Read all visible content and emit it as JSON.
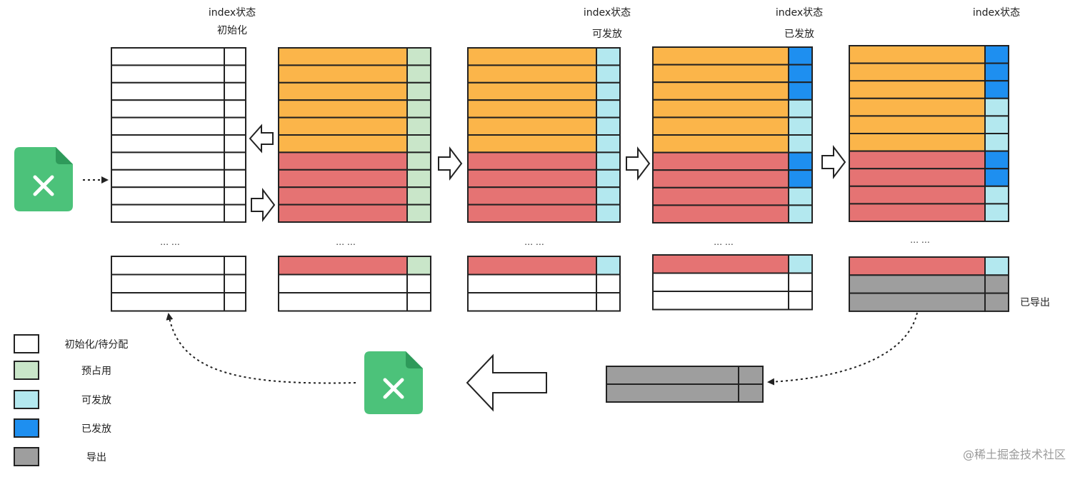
{
  "colors": {
    "empty": "#ffffff",
    "orange": "#fbb54a",
    "red": "#e57373",
    "pre_occupied": "#c9e6c9",
    "sendable": "#b3e8ef",
    "sent": "#1e8ff0",
    "exported": "#9e9e9e",
    "excel": "#4cc27a",
    "stroke": "#222222"
  },
  "stages": [
    {
      "header": [
        "index状态",
        "初始化"
      ],
      "ellipsis": "… …",
      "top_rows": [
        [
          "empty",
          "empty"
        ],
        [
          "empty",
          "empty"
        ],
        [
          "empty",
          "empty"
        ],
        [
          "empty",
          "empty"
        ],
        [
          "empty",
          "empty"
        ],
        [
          "empty",
          "empty"
        ],
        [
          "empty",
          "empty"
        ],
        [
          "empty",
          "empty"
        ],
        [
          "empty",
          "empty"
        ],
        [
          "empty",
          "empty"
        ]
      ],
      "bottom_rows": [
        [
          "empty",
          "empty"
        ],
        [
          "empty",
          "empty"
        ],
        [
          "empty",
          "empty"
        ]
      ]
    },
    {
      "header": [],
      "ellipsis": "… …",
      "top_rows": [
        [
          "orange",
          "pre_occupied"
        ],
        [
          "orange",
          "pre_occupied"
        ],
        [
          "orange",
          "pre_occupied"
        ],
        [
          "orange",
          "pre_occupied"
        ],
        [
          "orange",
          "pre_occupied"
        ],
        [
          "orange",
          "pre_occupied"
        ],
        [
          "red",
          "pre_occupied"
        ],
        [
          "red",
          "pre_occupied"
        ],
        [
          "red",
          "pre_occupied"
        ],
        [
          "red",
          "pre_occupied"
        ]
      ],
      "bottom_rows": [
        [
          "red",
          "pre_occupied"
        ],
        [
          "empty",
          "empty"
        ],
        [
          "empty",
          "empty"
        ]
      ]
    },
    {
      "header": [
        "index状态",
        "可发放"
      ],
      "ellipsis": "… …",
      "top_rows": [
        [
          "orange",
          "sendable"
        ],
        [
          "orange",
          "sendable"
        ],
        [
          "orange",
          "sendable"
        ],
        [
          "orange",
          "sendable"
        ],
        [
          "orange",
          "sendable"
        ],
        [
          "orange",
          "sendable"
        ],
        [
          "red",
          "sendable"
        ],
        [
          "red",
          "sendable"
        ],
        [
          "red",
          "sendable"
        ],
        [
          "red",
          "sendable"
        ]
      ],
      "bottom_rows": [
        [
          "red",
          "sendable"
        ],
        [
          "empty",
          "empty"
        ],
        [
          "empty",
          "empty"
        ]
      ]
    },
    {
      "header": [
        "index状态",
        "已发放"
      ],
      "ellipsis": "… …",
      "top_rows": [
        [
          "orange",
          "sent"
        ],
        [
          "orange",
          "sent"
        ],
        [
          "orange",
          "sent"
        ],
        [
          "orange",
          "sendable"
        ],
        [
          "orange",
          "sendable"
        ],
        [
          "orange",
          "sendable"
        ],
        [
          "red",
          "sent"
        ],
        [
          "red",
          "sent"
        ],
        [
          "red",
          "sendable"
        ],
        [
          "red",
          "sendable"
        ]
      ],
      "bottom_rows": [
        [
          "red",
          "sendable"
        ],
        [
          "empty",
          "empty"
        ],
        [
          "empty",
          "empty"
        ]
      ]
    },
    {
      "header": [
        "index状态"
      ],
      "ellipsis": "… …",
      "top_rows": [
        [
          "orange",
          "sent"
        ],
        [
          "orange",
          "sent"
        ],
        [
          "orange",
          "sent"
        ],
        [
          "orange",
          "sendable"
        ],
        [
          "orange",
          "sendable"
        ],
        [
          "orange",
          "sendable"
        ],
        [
          "red",
          "sent"
        ],
        [
          "red",
          "sent"
        ],
        [
          "red",
          "sendable"
        ],
        [
          "red",
          "sendable"
        ]
      ],
      "bottom_rows": [
        [
          "red",
          "sendable"
        ],
        [
          "exported",
          "exported"
        ],
        [
          "exported",
          "exported"
        ]
      ]
    }
  ],
  "exported_label": "已导出",
  "export_block_rows": [
    [
      "exported",
      "exported"
    ],
    [
      "exported",
      "exported"
    ]
  ],
  "legend": [
    {
      "color": "empty",
      "label": "初始化/待分配"
    },
    {
      "color": "pre_occupied",
      "label": "预占用"
    },
    {
      "color": "sendable",
      "label": "可发放"
    },
    {
      "color": "sent",
      "label": "已发放"
    },
    {
      "color": "exported",
      "label": "导出"
    }
  ],
  "watermark": "@稀土掘金技术社区"
}
